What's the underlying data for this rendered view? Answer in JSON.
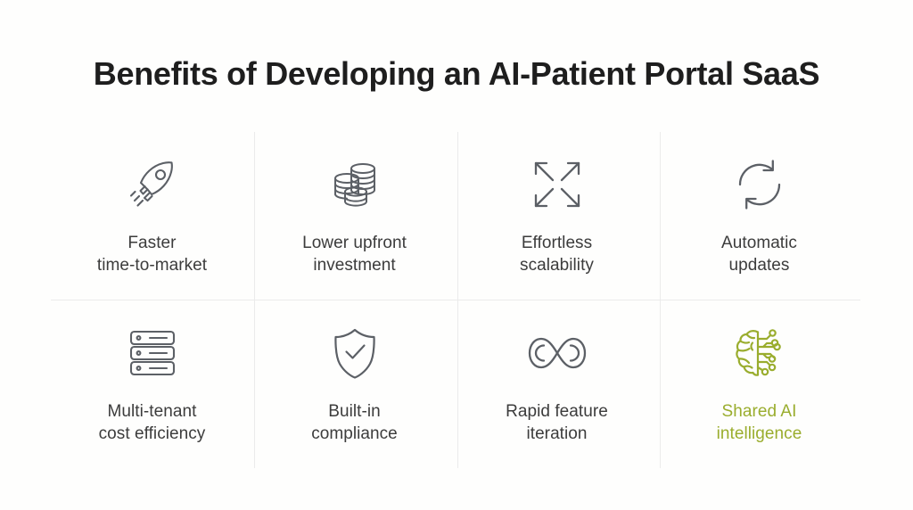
{
  "slide": {
    "title": "Benefits of Developing an AI-Patient Portal SaaS",
    "background_color": "#fefefd",
    "title_color": "#1e1e1e",
    "label_color": "#3c3c3c",
    "icon_color": "#5c6066",
    "accent_color": "#9aad2e",
    "divider_color": "#ebebeb"
  },
  "benefits": [
    {
      "icon": "rocket-icon",
      "label": "Faster\ntime-to-market",
      "line1": "Faster",
      "line2": "time-to-market",
      "accent": false
    },
    {
      "icon": "coin-stacks-icon",
      "label": "Lower upfront\ninvestment",
      "line1": "Lower upfront",
      "line2": "investment",
      "accent": false
    },
    {
      "icon": "expand-arrows-icon",
      "label": "Effortless\nscalability",
      "line1": "Effortless",
      "line2": "scalability",
      "accent": false
    },
    {
      "icon": "refresh-circle-icon",
      "label": "Automatic\nupdates",
      "line1": "Automatic",
      "line2": "updates",
      "accent": false
    },
    {
      "icon": "server-rack-icon",
      "label": "Multi-tenant\ncost efficiency",
      "line1": "Multi-tenant",
      "line2": "cost efficiency",
      "accent": false
    },
    {
      "icon": "shield-check-icon",
      "label": "Built-in\ncompliance",
      "line1": "Built-in",
      "line2": "compliance",
      "accent": false
    },
    {
      "icon": "infinity-icon",
      "label": "Rapid feature\niteration",
      "line1": "Rapid feature",
      "line2": "iteration",
      "accent": false
    },
    {
      "icon": "ai-brain-circuit-icon",
      "label": "Shared AI\nintelligence",
      "line1": "Shared AI",
      "line2": "intelligence",
      "accent": true
    }
  ]
}
